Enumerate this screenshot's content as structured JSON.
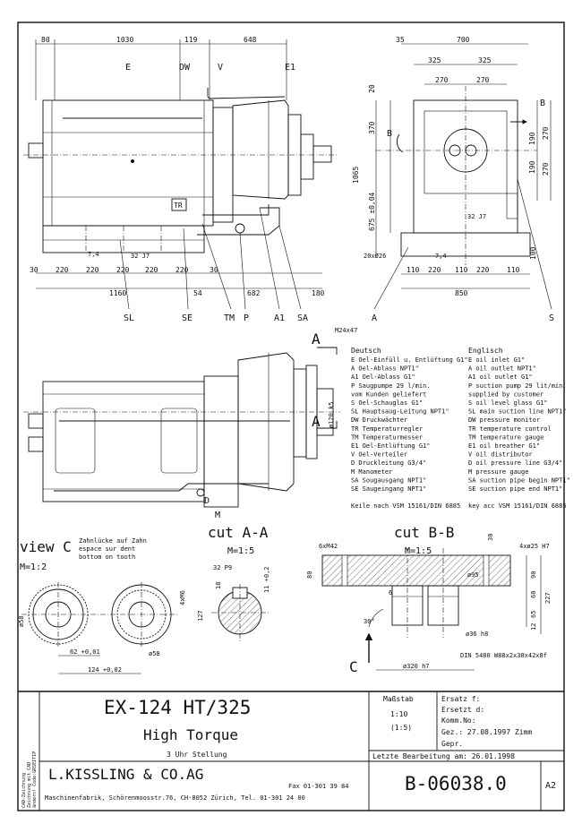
{
  "side_view": {
    "top_dims": [
      "80",
      "1030",
      "119",
      "648"
    ],
    "component_labels": [
      "E",
      "DW",
      "V",
      "E1",
      "TR"
    ],
    "bottom_dims": [
      "30",
      "220",
      "220",
      "220",
      "220",
      "220",
      "30",
      "1160",
      "54",
      "682",
      "180"
    ],
    "misc_dims": [
      "7,4",
      "32 J7"
    ],
    "callouts": [
      "SL",
      "SE",
      "TM",
      "P",
      "A1",
      "SA"
    ]
  },
  "end_view": {
    "top_dims": [
      "35",
      "700",
      "325",
      "325",
      "270",
      "270"
    ],
    "left_dims": [
      "20",
      "370",
      "1065",
      "675 ±0,04"
    ],
    "right_dims": [
      "270",
      "190",
      "190",
      "270",
      "100"
    ],
    "bottom_dims": [
      "20xØ26",
      "110",
      "220",
      "110",
      "220",
      "110",
      "850",
      "7,4",
      "32 J7"
    ],
    "arrow_labels": [
      "B",
      "B"
    ],
    "callouts": [
      "A",
      "S"
    ]
  },
  "top_view": {
    "labels": [
      "M24x47",
      "ø120 k5",
      "D",
      "M"
    ],
    "section_marks": [
      "A",
      "A"
    ]
  },
  "legend": {
    "de_title": "Deutsch",
    "en_title": "Englisch",
    "de_items": [
      "E  Oel-Einfüll u. Entlüftung G1\"",
      "A  Oel-Ablass NPT1\"",
      "A1 Oel-Ablass G1\"",
      "P  Saugpumpe 29 l/min.",
      "   vom Kunden geliefert",
      "S  Oel-Schauglas G1\"",
      "SL Hauptsaug-Leitung NPT1\"",
      "DW Druckwächter",
      "TR Temperaturregler",
      "TM Temperaturmesser",
      "E1 Oel-Entlüftung G1\"",
      "V  Oel-Verteiler",
      "D  Druckleitung G3/4\"",
      "M  Manometer",
      "SA Sougausgang NPT1\"",
      "SE Saugeingang NPT1\"",
      "",
      "Keile nach VSM 15161/DIN 6885"
    ],
    "en_items": [
      "E  oil inlet G1\"",
      "A  oil outlet NPT1\"",
      "A1 oil outlet G1\"",
      "P  suction pump 29 lit/min.",
      "   supplied by customer",
      "S  oil level glass G1\"",
      "SL main suction line NPT1\"",
      "DW pressure monitor",
      "TR temperature control",
      "TM temperature gauge",
      "E1 oil breather G1\"",
      "V  oil distributor",
      "D  oil pressure line G3/4\"",
      "M  pressure gauge",
      "SA suction pipe begin NPT1\"",
      "SE suction pipe end NPT1\"",
      "",
      "key acc VSM 15161/DIN 6885"
    ]
  },
  "view_c": {
    "title": "view C",
    "scale": "M=1:2",
    "note_lines": [
      "Zahnlücke auf Zahn",
      "espace sur dent",
      "bottom on tooth"
    ],
    "dims": [
      "ø58",
      "62 +0,01",
      "124 +0,02",
      "ø58",
      "4xM6"
    ]
  },
  "cut_aa": {
    "title": "cut A-A",
    "scale": "M=1:5",
    "dims": [
      "32 P9",
      "18",
      "11 +0,2",
      "127"
    ]
  },
  "cut_bb": {
    "title": "cut B-B",
    "scale": "M=1:5",
    "dims": [
      "6xM42",
      "4xø25 H7",
      "30",
      "80",
      "ø95",
      "90",
      "227",
      "60",
      "65",
      "12",
      "6",
      "30°",
      "ø36 h8",
      "ø320 h7",
      "DIN 5480 W88x2x30x42x8f"
    ],
    "arrow_label": "C"
  },
  "title_block": {
    "title": "EX-124 HT/325",
    "subtitle": "High Torque",
    "position": "3 Uhr Stellung",
    "massstab_label": "Maßstab",
    "scale_main": "1:10",
    "scale_alt": "(1:5)",
    "fields": [
      "Ersatz f:",
      "Ersetzt d:",
      "Komm.No:",
      "Gez.: 27.08.1997   Zimm",
      "Gepr."
    ],
    "last_edit": "Letzte Bearbeitung am:  26.01.1998",
    "company": "L.KISSLING & CO.AG",
    "address": "Maschinenfabrik, Schörenmoosstr.76, CH-8052 Zürich, Tel. 01-301 24 00",
    "fax": "Fax  01-301 39 84",
    "drawing_no": "B-06038.0",
    "format": "A2",
    "side_note_lines": [
      "CAD-Zeichnung",
      "Zeichnung mit CAD",
      "ändern! Code:GRSEITIP"
    ]
  }
}
